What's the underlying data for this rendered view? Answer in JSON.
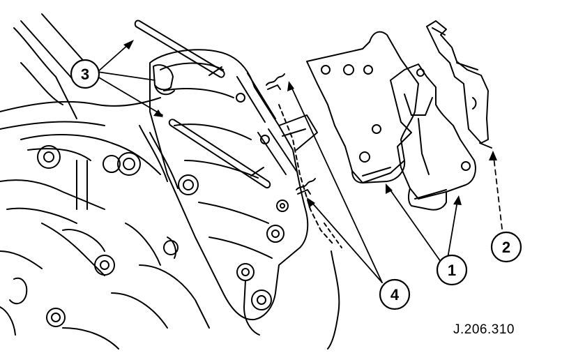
{
  "figure": {
    "reference": "J.206.310"
  },
  "callouts": [
    {
      "id": "1",
      "label": "1"
    },
    {
      "id": "2",
      "label": "2"
    },
    {
      "id": "3",
      "label": "3"
    },
    {
      "id": "4",
      "label": "4"
    }
  ],
  "colors": {
    "ink": "#000000",
    "paper": "#ffffff"
  }
}
